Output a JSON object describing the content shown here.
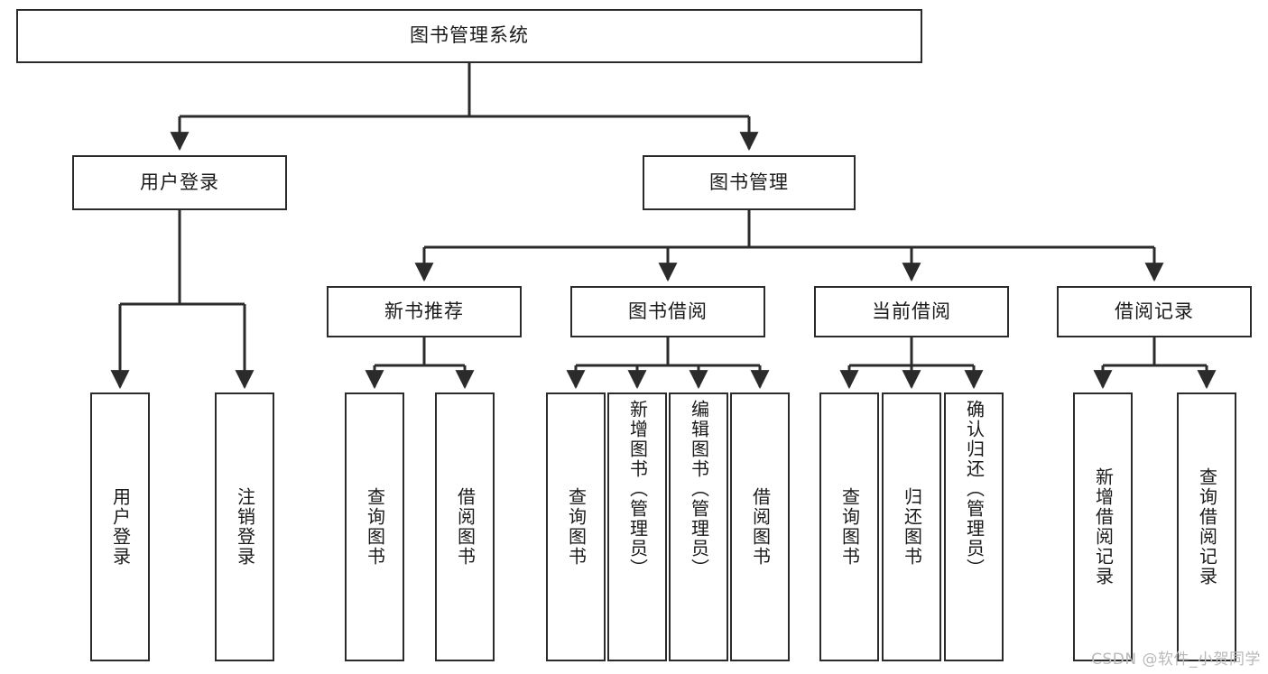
{
  "diagram": {
    "type": "tree",
    "title": "图书管理系统",
    "orientation": "top-down",
    "colors": {
      "box_border": "#2b2b2b",
      "box_fill": "#ffffff",
      "edge": "#2b2b2b",
      "text": "#1a1a1a",
      "watermark": "#b9b9b9",
      "background": "#ffffff"
    },
    "levels": [
      {
        "level": 1,
        "nodes": [
          {
            "id": "root",
            "label": "图书管理系统",
            "orientation": "horizontal"
          }
        ]
      },
      {
        "level": 2,
        "nodes": [
          {
            "id": "login",
            "label": "用户登录",
            "orientation": "horizontal",
            "parent": "root"
          },
          {
            "id": "bookmgmt",
            "label": "图书管理",
            "orientation": "horizontal",
            "parent": "root"
          }
        ]
      },
      {
        "level": 3,
        "nodes": [
          {
            "id": "newbook",
            "label": "新书推荐",
            "orientation": "horizontal",
            "parent": "bookmgmt"
          },
          {
            "id": "borrow",
            "label": "图书借阅",
            "orientation": "horizontal",
            "parent": "bookmgmt"
          },
          {
            "id": "current",
            "label": "当前借阅",
            "orientation": "horizontal",
            "parent": "bookmgmt"
          },
          {
            "id": "records",
            "label": "借阅记录",
            "orientation": "horizontal",
            "parent": "bookmgmt"
          }
        ]
      },
      {
        "level": 4,
        "nodes": [
          {
            "id": "leaf1",
            "label": "用户登录",
            "orientation": "vertical",
            "parent": "login"
          },
          {
            "id": "leaf2",
            "label": "注销登录",
            "orientation": "vertical",
            "parent": "login"
          },
          {
            "id": "leaf3",
            "label": "查询图书",
            "orientation": "vertical",
            "parent": "newbook"
          },
          {
            "id": "leaf4",
            "label": "借阅图书",
            "orientation": "vertical",
            "parent": "newbook"
          },
          {
            "id": "leaf5",
            "label": "查询图书",
            "orientation": "vertical",
            "parent": "borrow"
          },
          {
            "id": "leaf6",
            "label": "新增图书（管理员）",
            "orientation": "vertical",
            "parent": "borrow"
          },
          {
            "id": "leaf7",
            "label": "编辑图书（管理员）",
            "orientation": "vertical",
            "parent": "borrow"
          },
          {
            "id": "leaf8",
            "label": "借阅图书",
            "orientation": "vertical",
            "parent": "borrow"
          },
          {
            "id": "leaf9",
            "label": "查询图书",
            "orientation": "vertical",
            "parent": "current"
          },
          {
            "id": "leaf10",
            "label": "归还图书",
            "orientation": "vertical",
            "parent": "current"
          },
          {
            "id": "leaf11",
            "label": "确认归还（管理员）",
            "orientation": "vertical",
            "parent": "current"
          },
          {
            "id": "leaf12",
            "label": "新增借阅记录",
            "orientation": "vertical",
            "parent": "records"
          },
          {
            "id": "leaf13",
            "label": "查询借阅记录",
            "orientation": "vertical",
            "parent": "records"
          }
        ]
      }
    ]
  },
  "watermark": {
    "text": "CSDN @软件_小贺同学"
  }
}
